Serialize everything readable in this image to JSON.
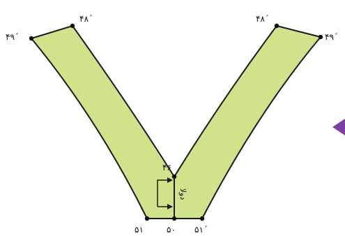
{
  "labels": {
    "p49_left": "۴۹´",
    "p48_left": "۴۸´",
    "p48_right": "۴۸´",
    "p49_right": "۴۹´",
    "p46": "۴۶",
    "p51": "۵۱",
    "p50": "۵۰",
    "p51_prime": "۵۱´"
  },
  "fold_label": "دولا",
  "colors": {
    "fill": "#cfe38a",
    "stroke": "#1a1a1a",
    "arrow_accent": "#7a3fa0"
  }
}
